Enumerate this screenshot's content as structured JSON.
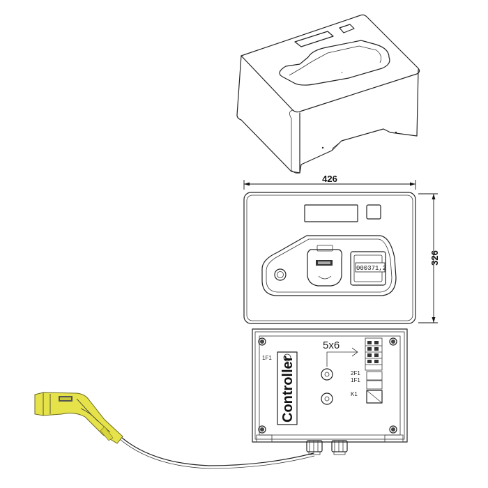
{
  "dimensions": {
    "width": "426",
    "height": "326"
  },
  "front_panel": {
    "meter_reading": "000371,2"
  },
  "controller_box": {
    "controller_label": "Controller",
    "cable_label": "5x6",
    "labels": {
      "f1_left": "1F1",
      "f2_right": "2F1",
      "f1_right": "1F1",
      "k1": "K1"
    }
  },
  "colors": {
    "connector_highlight": "#e6e24a",
    "line": "#222222"
  }
}
